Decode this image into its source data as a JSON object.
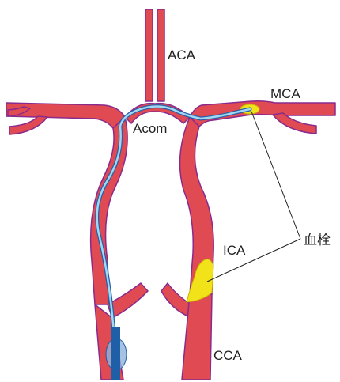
{
  "labels": {
    "aca": "ACA",
    "mca": "MCA",
    "acom": "Acom",
    "ica": "ICA",
    "cca": "CCA",
    "thrombus": "血栓"
  },
  "colors": {
    "vessel_fill": "#e04a52",
    "vessel_outline": "#8a2a8c",
    "thrombus": "#f2e21a",
    "thrombus_outline": "#c8b400",
    "catheter": "#9fd8f2",
    "catheter_outline": "#2a5fa8",
    "balloon": "#8fb3dc",
    "guide_catheter": "#1f5fa8",
    "leader_line": "#222222"
  },
  "icons": {
    "thrombus_shape": "yellow-blob",
    "catheter": "microcatheter-line",
    "balloon": "balloon-guide-oval"
  }
}
